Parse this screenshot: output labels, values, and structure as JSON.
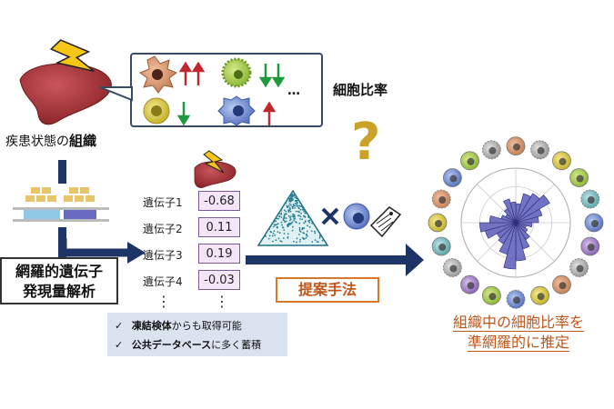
{
  "tissue_label": {
    "prefix": "疾患状態の",
    "emphasis": "組織"
  },
  "cell_ratio_label": "細胞比率",
  "question_mark": "?",
  "ellipsis": "…",
  "genes": [
    {
      "label": "遺伝子1",
      "value": "-0.68"
    },
    {
      "label": "遺伝子2",
      "value": "0.11"
    },
    {
      "label": "遺伝子3",
      "value": "0.19"
    },
    {
      "label": "遺伝子4",
      "value": "-0.03"
    }
  ],
  "vdots": "⋮",
  "analysis": {
    "line1": "網羅的遺伝子",
    "line2": "発現量解析"
  },
  "method_label": "提案手法",
  "benefits": [
    {
      "check": "✓",
      "bold": "凍結検体",
      "rest": "からも取得可能"
    },
    {
      "check": "✓",
      "bold": "公共データベース",
      "rest": "に多く蓄積"
    }
  ],
  "result": {
    "line1": "組織中の細胞比率を",
    "line2": "準網羅的に推定"
  },
  "colors": {
    "navy": "#1f3466",
    "orange": "#c0561a",
    "red_arrow": "#c0282d",
    "green_arrow": "#1e9a3c",
    "question": "#c9a227",
    "liver": "#a83238",
    "lightning": "#f5c518",
    "rose": "#5b5bb8"
  },
  "icons": {
    "liver": "liver-icon",
    "lightning": "lightning-icon",
    "tag": "tag-icon",
    "multiply": "multiply-icon"
  },
  "chart_data": {
    "type": "rose",
    "values": [
      0.35,
      0.55,
      0.62,
      0.72,
      0.5,
      0.42,
      0.3,
      0.2,
      0.25,
      0.36,
      0.5,
      0.7,
      0.85,
      0.6,
      0.45,
      0.4,
      0.58,
      0.66,
      0.48,
      0.28,
      0.22,
      0.3,
      0.45,
      0.38
    ]
  }
}
